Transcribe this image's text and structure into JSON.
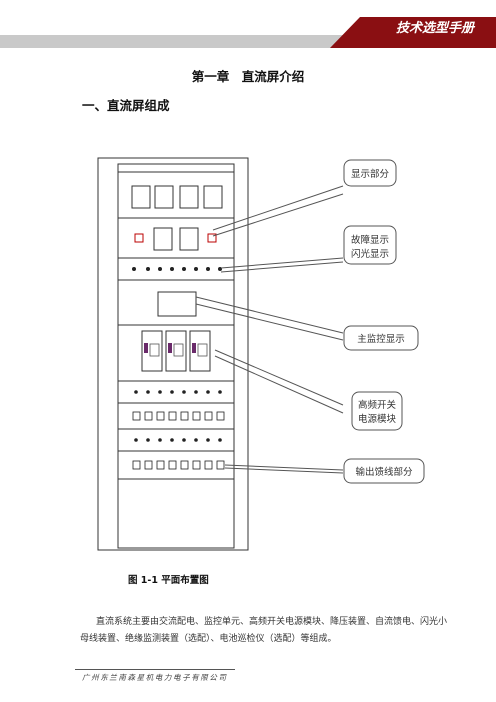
{
  "header": {
    "title": "技术选型手册"
  },
  "chapter": {
    "title": "第一章　直流屏介绍"
  },
  "section": {
    "title": "一、直流屏组成"
  },
  "diagram": {
    "callouts": [
      {
        "lines": [
          "显示部分"
        ]
      },
      {
        "lines": [
          "故障显示",
          "闪光显示"
        ]
      },
      {
        "lines": [
          "主监控显示"
        ]
      },
      {
        "lines": [
          "高频开关",
          "电源模块"
        ]
      },
      {
        "lines": [
          "输出馈线部分"
        ]
      }
    ]
  },
  "figure": {
    "caption": "图 1-1  平面布置图"
  },
  "body": {
    "paragraph": "直流系统主要由交流配电、监控单元、高频开关电源模块、降压装置、自流馈电、闪光小母线装置、绝缘监测装置（选配）、电池巡检仪（选配）等组成。"
  },
  "footer": {
    "company": "广州东兰南森星机电力电子有限公司"
  },
  "colors": {
    "header_band": "#8a0f12",
    "header_band_light": "#c8c8c8",
    "panel_stroke": "#333333",
    "callout_stroke": "#555555"
  }
}
